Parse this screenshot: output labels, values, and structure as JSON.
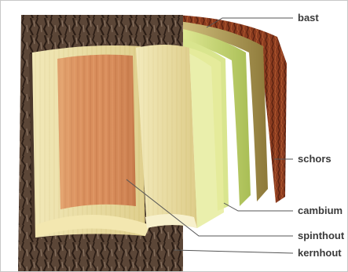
{
  "figure": {
    "labels": {
      "bast": "bast",
      "schors": "schors",
      "cambium": "cambium",
      "spinthout": "spinthout",
      "kernhout": "kernhout"
    },
    "colors": {
      "label_text": "#3a3a3a",
      "leader_line": "#555555",
      "bark_dark": "#3b2a20",
      "bark_mid": "#6a5446",
      "heartwood": "#d98e5c",
      "sapwood": "#e8d89a",
      "cambium": "#c7d77a",
      "bast": "#b8a25c",
      "outer_bark": "#8a3b1f"
    }
  }
}
